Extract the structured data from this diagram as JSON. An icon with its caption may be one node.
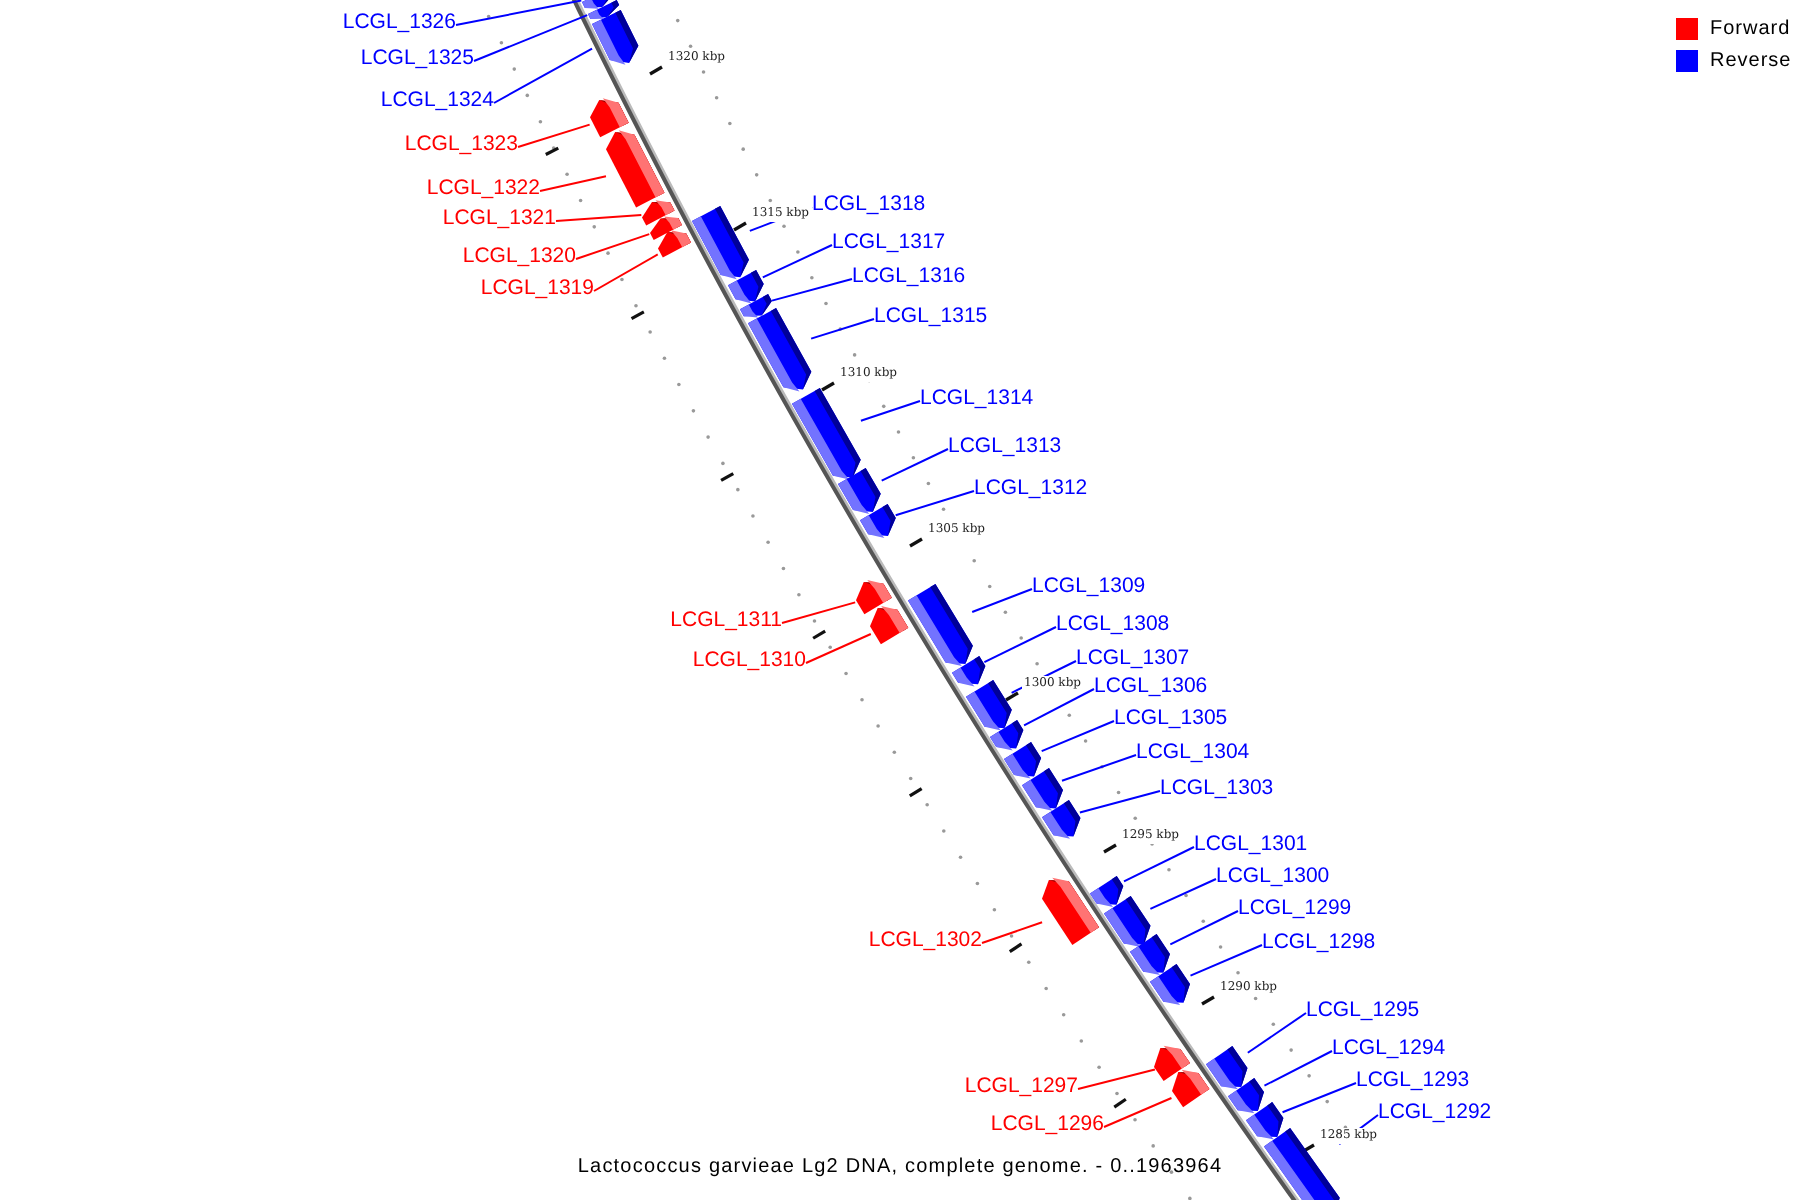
{
  "diagram": {
    "caption": "Lactococcus garvieae Lg2 DNA, complete genome. - 0..1963964",
    "nodes": [
      {
        "text": [
          "LCGL_1326"
        ]
      },
      {
        "text": [],
        "shape": "bar"
      },
      {
        "text": [
          "LCGL_1325"
        ]
      },
      {
        "text": [],
        "shape": "bar"
      },
      {
        "text": [
          "LCGL_1324"
        ]
      },
      {
        "text": [],
        "shape": "bar"
      },
      {
        "text": [
          "LCGL_1323"
        ]
      },
      {
        "text": [],
        "shape": "bar"
      },
      {
        "text": [
          "LCGL_1322"
        ]
      },
      {
        "text": [],
        "shape": "bar"
      },
      {
        "text": [
          "LCGL_1321"
        ]
      },
      {
        "text": [],
        "shape": "bar"
      },
      {
        "text": [
          "LCGL_1320"
        ]
      },
      {
        "text": [],
        "shape": "bar"
      },
      {
        "text": [
          "LCGL_1319"
        ]
      },
      {
        "text": [],
        "shape": "bar"
      },
      {
        "text": [
          "LCGL_1318"
        ]
      },
      {
        "text": [],
        "shape": "bar"
      },
      {
        "text": [
          "LCGL_1317"
        ]
      },
      {
        "text": [],
        "shape": "bar"
      },
      {
        "text": [
          "LCGL_1316"
        ]
      },
      {
        "text": [],
        "shape": "bar"
      },
      {
        "text": [
          "LCGL_1315"
        ]
      },
      {
        "text": [],
        "shape": "bar"
      },
      {
        "text": [
          "LCGL_1314"
        ]
      },
      {
        "text": [],
        "shape": "bar"
      },
      {
        "text": [
          "LCGL_1313"
        ]
      },
      {
        "text": [],
        "shape": "bar"
      },
      {
        "text": [
          "LCGL_1312"
        ]
      },
      {
        "text": [],
        "shape": "bar"
      },
      {
        "text": [
          "LCGL_1311"
        ]
      },
      {
        "text": [],
        "shape": "bar"
      },
      {
        "text": [
          "LCGL_1310"
        ]
      },
      {
        "text": [],
        "shape": "bar"
      },
      {
        "text": [
          "LCGL_1309"
        ]
      },
      {
        "text": [],
        "shape": "bar"
      },
      {
        "text": [
          "LCGL_1308"
        ]
      },
      {
        "text": [],
        "shape": "bar"
      },
      {
        "text": [
          "LCGL_1307"
        ]
      },
      {
        "text": [],
        "shape": "bar"
      },
      {
        "text": [
          "LCGL_1306"
        ]
      },
      {
        "text": [],
        "shape": "bar"
      },
      {
        "text": [
          "LCGL_1305"
        ]
      },
      {
        "text": [],
        "shape": "bar"
      },
      {
        "text": [
          "LCGL_1304"
        ]
      },
      {
        "text": [],
        "shape": "bar"
      },
      {
        "text": [
          "LCGL_1303"
        ]
      },
      {
        "text": [],
        "shape": "bar"
      },
      {
        "text": [
          "LCGL_1302"
        ]
      },
      {
        "text": [],
        "shape": "bar"
      },
      {
        "text": [
          "LCGL_1301"
        ]
      },
      {
        "text": [],
        "shape": "bar"
      },
      {
        "text": [
          "LCGL_1300"
        ]
      },
      {
        "text": [],
        "shape": "bar"
      },
      {
        "text": [
          "LCGL_1299"
        ]
      },
      {
        "text": [],
        "shape": "bar"
      },
      {
        "text": [
          "LCGL_1298"
        ]
      },
      {
        "text": [],
        "shape": "bar"
      },
      {
        "text": [
          "LCGL_1297"
        ]
      },
      {
        "text": [],
        "shape": "bar"
      },
      {
        "text": [
          "LCGL_1296"
        ]
      },
      {
        "text": [],
        "shape": "bar"
      },
      {
        "text": [
          "LCGL_1295"
        ]
      },
      {
        "text": [],
        "shape": "bar"
      },
      {
        "text": [
          "LCGL_1294"
        ]
      },
      {
        "text": [],
        "shape": "bar"
      },
      {
        "text": [
          "LCGL_1293"
        ]
      },
      {
        "text": [],
        "shape": "bar"
      },
      {
        "text": [
          "LCGL_1292"
        ]
      },
      {
        "text": [],
        "shape": "bar"
      }
    ],
    "edges": [
      {
        "from": 0,
        "to": 1,
        "arrow": "none"
      },
      {
        "from": 2,
        "to": 3,
        "arrow": "none"
      },
      {
        "from": 4,
        "to": 5,
        "arrow": "none"
      },
      {
        "from": 6,
        "to": 7,
        "arrow": "none",
        "color": "#ff0000"
      },
      {
        "from": 8,
        "to": 9,
        "arrow": "none",
        "color": "#ff0000"
      },
      {
        "from": 10,
        "to": 11,
        "arrow": "none",
        "color": "#ff0000"
      },
      {
        "from": 12,
        "to": 13,
        "arrow": "none",
        "color": "#ff0000"
      },
      {
        "from": 14,
        "to": 15,
        "arrow": "none",
        "color": "#ff0000"
      },
      {
        "from": 16,
        "to": 17,
        "arrow": "none"
      },
      {
        "from": 18,
        "to": 19,
        "arrow": "none"
      },
      {
        "from": 20,
        "to": 21,
        "arrow": "none"
      },
      {
        "from": 22,
        "to": 23,
        "arrow": "none"
      },
      {
        "from": 24,
        "to": 25,
        "arrow": "none"
      },
      {
        "from": 26,
        "to": 27,
        "arrow": "none"
      },
      {
        "from": 28,
        "to": 29,
        "arrow": "none"
      },
      {
        "from": 30,
        "to": 31,
        "arrow": "none",
        "color": "#ff0000"
      },
      {
        "from": 32,
        "to": 33,
        "arrow": "none",
        "color": "#ff0000"
      },
      {
        "from": 34,
        "to": 35,
        "arrow": "none"
      },
      {
        "from": 36,
        "to": 37,
        "arrow": "none"
      },
      {
        "from": 38,
        "to": 39,
        "arrow": "none"
      },
      {
        "from": 40,
        "to": 41,
        "arrow": "none"
      },
      {
        "from": 42,
        "to": 43,
        "arrow": "none"
      },
      {
        "from": 44,
        "to": 45,
        "arrow": "none"
      },
      {
        "from": 46,
        "to": 47,
        "arrow": "none"
      },
      {
        "from": 48,
        "to": 49,
        "arrow": "none",
        "color": "#ff0000"
      },
      {
        "from": 50,
        "to": 51,
        "arrow": "none"
      },
      {
        "from": 52,
        "to": 53,
        "arrow": "none"
      },
      {
        "from": 54,
        "to": 55,
        "arrow": "none"
      },
      {
        "from": 56,
        "to": 57,
        "arrow": "none"
      },
      {
        "from": 58,
        "to": 59,
        "arrow": "none",
        "color": "#ff0000"
      },
      {
        "from": 60,
        "to": 61,
        "arrow": "none",
        "color": "#ff0000"
      },
      {
        "from": 62,
        "to": 63,
        "arrow": "none"
      },
      {
        "from": 64,
        "to": 65,
        "arrow": "none"
      },
      {
        "from": 66,
        "to": 67,
        "arrow": "none"
      },
      {
        "from": 68,
        "to": 69,
        "arrow": "none"
      }
    ],
    "labels": [
      "1320 kbp",
      "1315 kbp",
      "1310 kbp",
      "1305 kbp",
      "1300 kbp",
      "1295 kbp",
      "1290 kbp",
      "1285 kbp"
    ],
    "legend": [
      {
        "text": "Forward",
        "color": "#ff0000"
      },
      {
        "text": "Reverse",
        "color": "#0000ff"
      }
    ]
  }
}
